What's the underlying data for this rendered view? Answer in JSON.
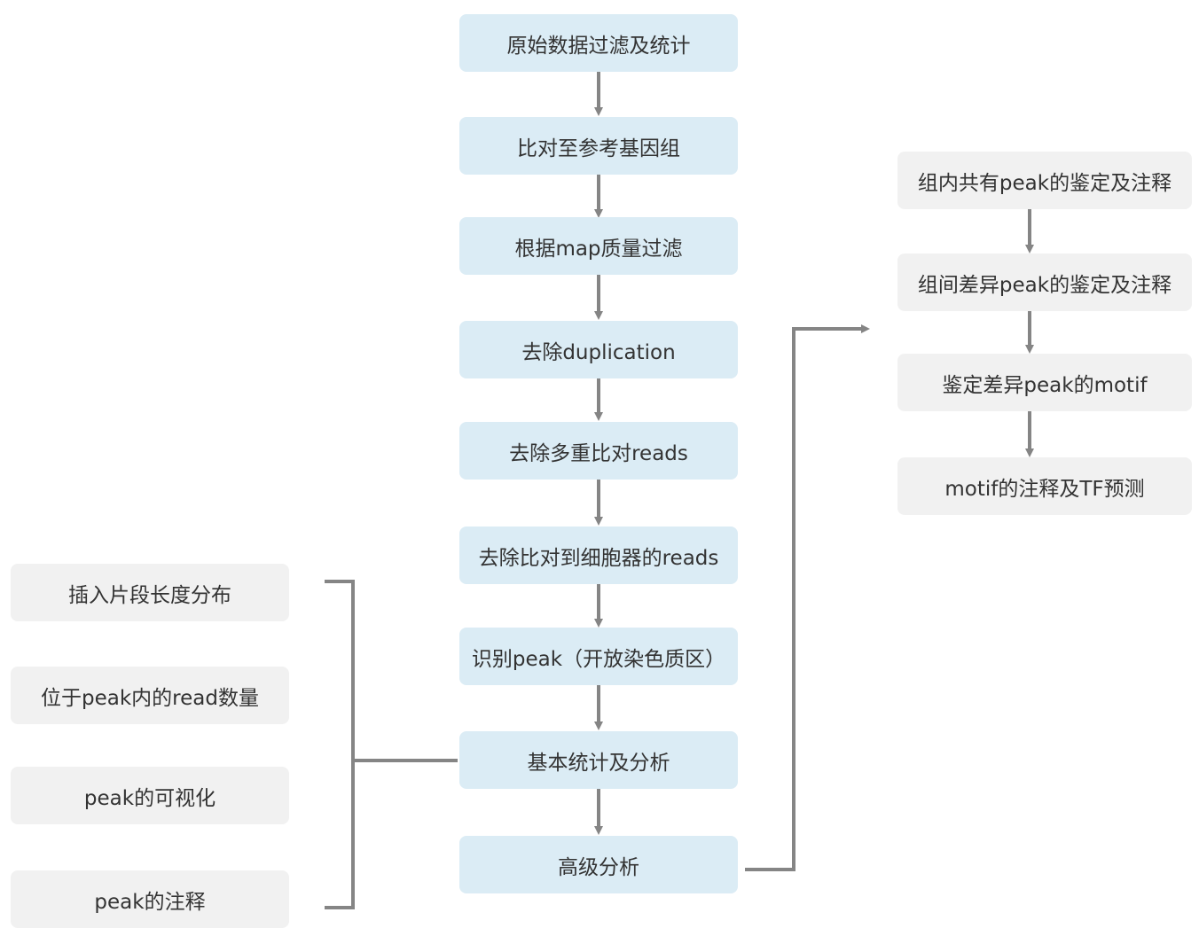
{
  "main_flow": [
    "原始数据过滤及统计",
    "比对至参考基因组",
    "根据map质量过滤",
    "去除duplication",
    "去除多重比对reads",
    "去除比对到细胞器的reads",
    "识别peak（开放染色质区）",
    "基本统计及分析",
    "高级分析"
  ],
  "basic_analysis_items": [
    "插入片段长度分布",
    "位于peak内的read数量",
    "peak的可视化",
    "peak的注释"
  ],
  "advanced_analysis_items": [
    "组内共有peak的鉴定及注释",
    "组间差异peak的鉴定及注释",
    "鉴定差异peak的motif",
    "motif的注释及TF预测"
  ],
  "colors": {
    "main_box": "#dbecf5",
    "side_box": "#f1f1f1",
    "connector": "#858585",
    "text": "#333333"
  }
}
